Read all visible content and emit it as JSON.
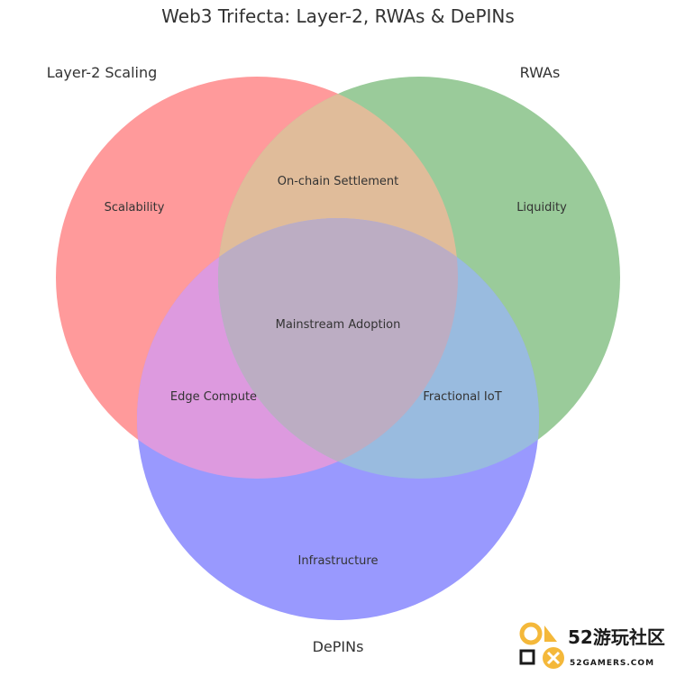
{
  "diagram": {
    "type": "venn3",
    "title": "Web3 Trifecta: Layer-2, RWAs & DePINs",
    "sets": [
      {
        "name": "Layer-2 Scaling",
        "color": "#ff9a9b"
      },
      {
        "name": "RWAs",
        "color": "#9acb9a"
      },
      {
        "name": "DePINs",
        "color": "#9999fe"
      }
    ],
    "regions": {
      "layer2_only": "Scalability",
      "rwas_only": "Liquidity",
      "depins_only": "Infrastructure",
      "layer2_rwas": "On-chain Settlement",
      "layer2_depins": "Edge Compute",
      "rwas_depins": "Fractional IoT",
      "all_three": "Mainstream Adoption"
    },
    "region_colors": {
      "layer2_rwas": "#e0bc9a",
      "layer2_depins": "#dd9adf",
      "rwas_depins": "#99bbdf",
      "all_three": "#bcadc3"
    }
  },
  "watermark": {
    "logo_text_cn": "52游玩社区",
    "logo_text_en": "52GAMERS.COM",
    "colors": {
      "orange": "#f4b83a",
      "dark": "#1a1a1a"
    }
  }
}
